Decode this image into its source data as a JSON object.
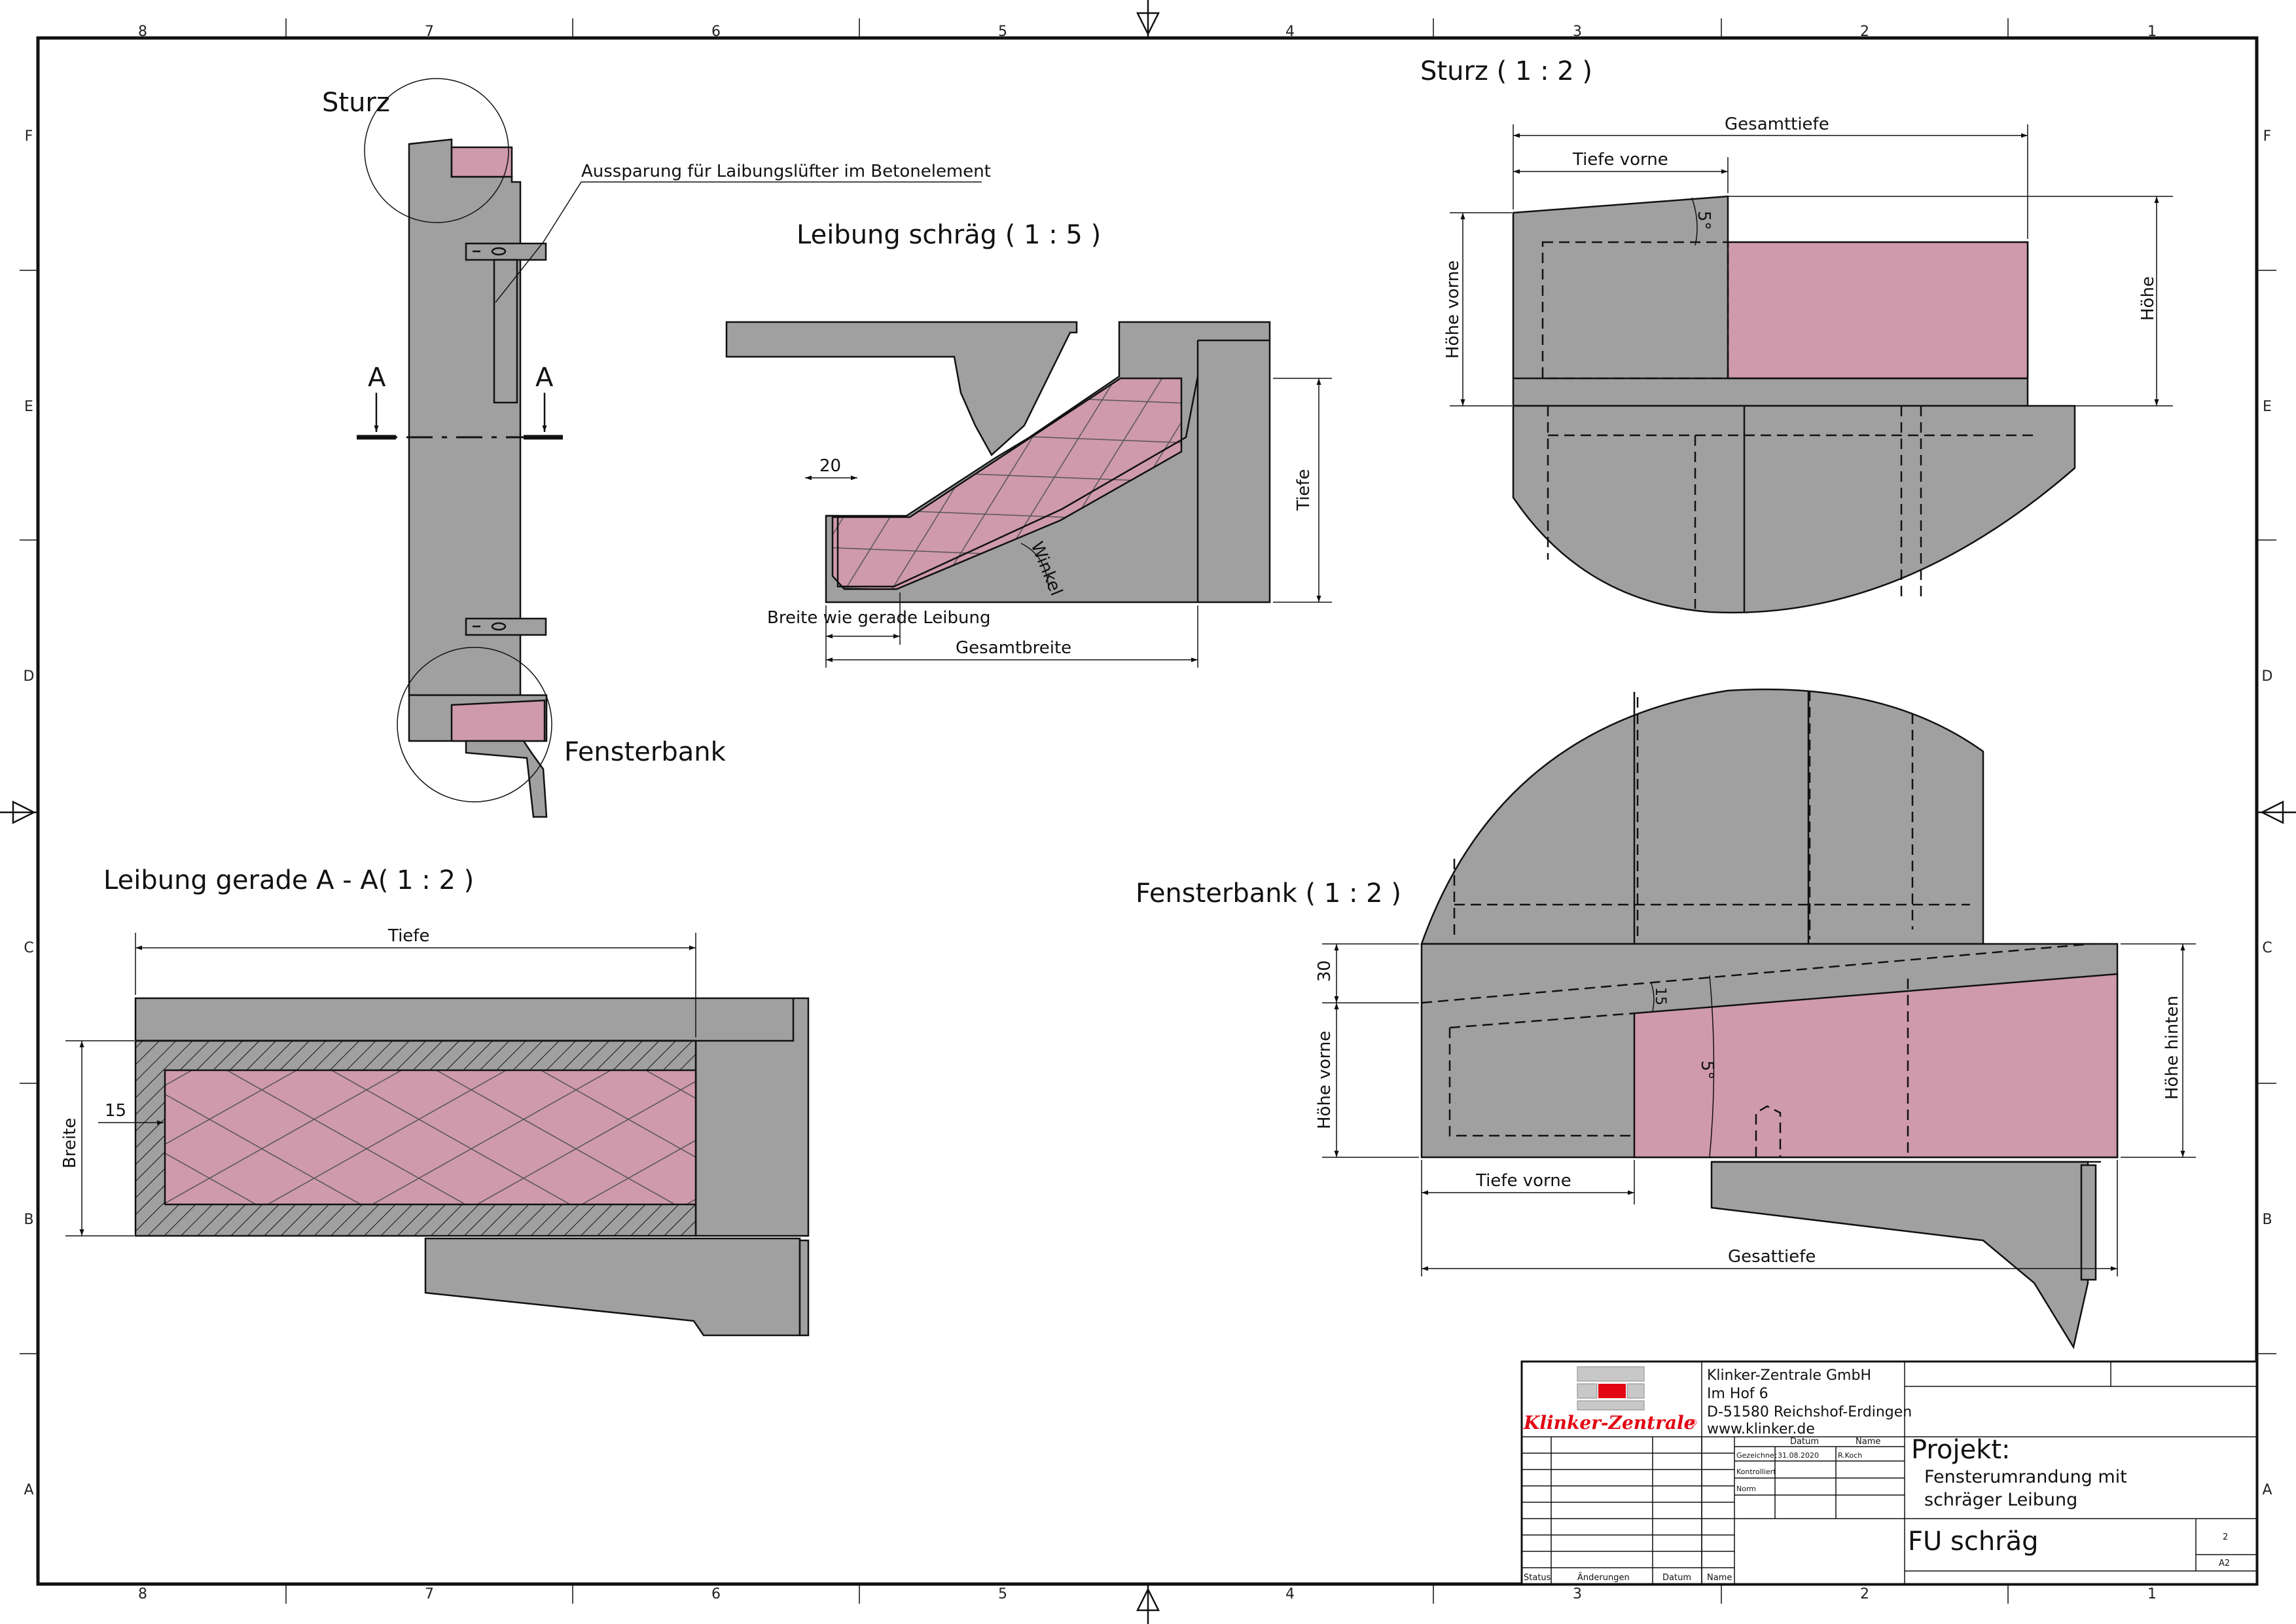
{
  "drawing": {
    "view_sturz_detail": "Sturz",
    "view_fensterbank_detail": "Fensterbank",
    "section_mark": "A",
    "note_aussparung": "Aussparung für Laibungslüfter im Betonelement",
    "title_leibung_schraeg": "Leibung schräg ( 1 : 5 )",
    "title_sturz": "Sturz ( 1 : 2 )",
    "title_leibung_gerade": "Leibung gerade A - A( 1 : 2 )",
    "title_fensterbank": "Fensterbank ( 1 : 2 )"
  },
  "dimensions": {
    "ls_20": "20",
    "ls_tiefe": "Tiefe",
    "ls_winkel": "Winkel",
    "ls_breite_wie": "Breite wie gerade Leibung",
    "ls_gesamtbreite": "Gesamtbreite",
    "st_gesamttiefe": "Gesamttiefe",
    "st_tiefe_vorne": "Tiefe vorne",
    "st_5deg": "5°",
    "st_hoehe_vorne": "Höhe vorne",
    "st_hoehe": "Höhe",
    "lg_tiefe": "Tiefe",
    "lg_15": "15",
    "lg_breite": "Breite",
    "fb_30": "30",
    "fb_15": "15",
    "fb_5deg": "5°",
    "fb_hoehe_vorne": "Höhe vorne",
    "fb_hoehe_hinten": "Höhe hinten",
    "fb_tiefe_vorne": "Tiefe vorne",
    "fb_gesattiefe": "Gesattiefe"
  },
  "frame": {
    "columns": [
      "8",
      "7",
      "6",
      "5",
      "4",
      "3",
      "2",
      "1"
    ],
    "rows": [
      "F",
      "E",
      "D",
      "C",
      "B",
      "A"
    ]
  },
  "title_block": {
    "logo_text": "Klinker-Zentrale",
    "logo_mark": "®",
    "company_name": "Klinker-Zentrale GmbH",
    "address_street": "Im Hof 6",
    "address_city": "D-51580 Reichshof-Erdingen",
    "website": "www.klinker.de",
    "col_datum": "Datum",
    "col_name": "Name",
    "row_gezeichnet": "Gezeichnet",
    "gezeichnet_date": "31.08.2020",
    "gezeichnet_name": "R.Koch",
    "row_kontrolliert": "Kontrolliert",
    "row_norm": "Norm",
    "status": "Status",
    "aenderungen": "Änderungen",
    "datum": "Datum",
    "name": "Name",
    "projekt_label": "Projekt:",
    "projekt_line1": "Fensterumrandung mit",
    "projekt_line2": "schräger Leibung",
    "drawing_name": "FU schräg",
    "sheet_number": "2",
    "sheet_format": "A2"
  },
  "colors": {
    "concrete": "#a0a0a0",
    "insulation": "#cf9aab",
    "logo_red": "#e30613"
  }
}
